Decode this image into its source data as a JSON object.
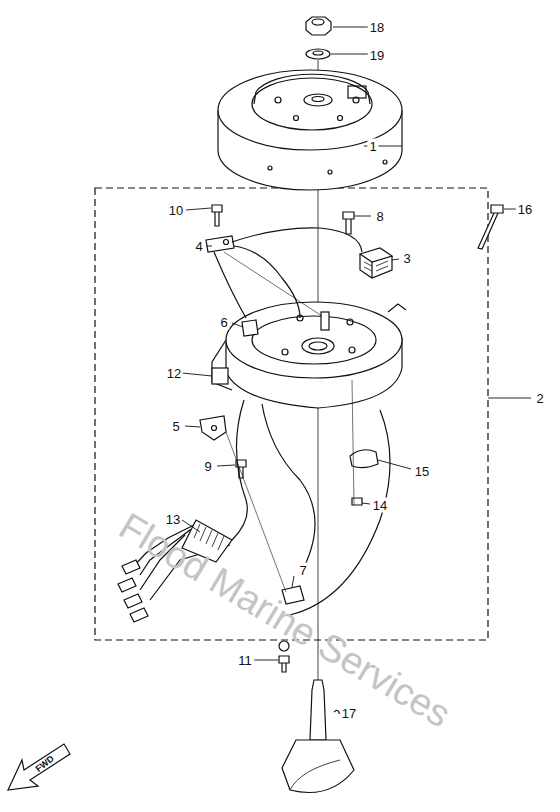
{
  "diagram": {
    "labels": [
      "18",
      "19",
      "1",
      "10",
      "8",
      "16",
      "4",
      "3",
      "6",
      "12",
      "2",
      "5",
      "9",
      "15",
      "14",
      "13",
      "7",
      "11",
      "17",
      "Flood Marine Services",
      "FWD"
    ]
  }
}
